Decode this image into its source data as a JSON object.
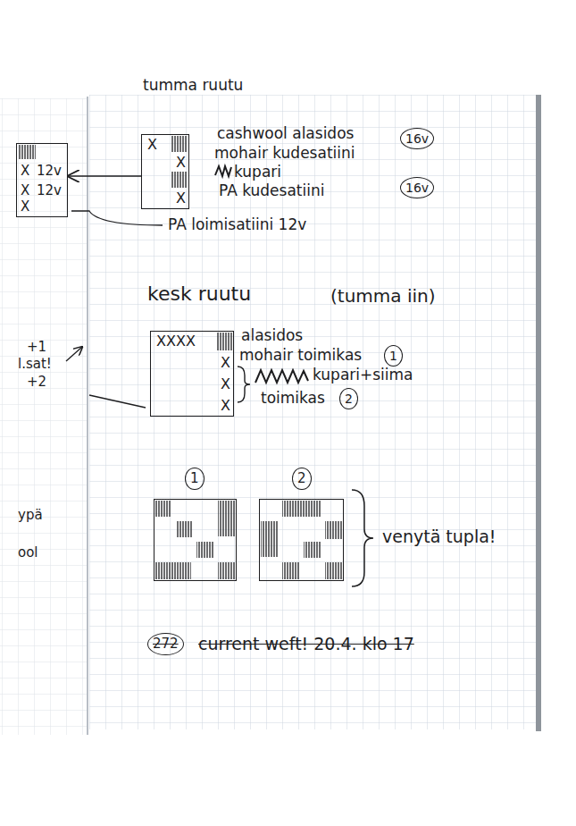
{
  "diagram": {
    "nodes": [
      {
        "text": [
          "X",
          "X",
          "X"
        ]
      },
      {
        "text": [
          "X",
          "12v",
          "X",
          "12v",
          "X"
        ]
      },
      {
        "text": [
          "XXXX",
          "X",
          "X",
          "X"
        ]
      },
      {
        "text": [
          "1"
        ]
      },
      {
        "text": [
          "2"
        ]
      }
    ],
    "edges": [
      {
        "from": 0,
        "to": 1,
        "arrow": "to"
      }
    ],
    "labels": [
      "tumma ruutu",
      "cashwool alasidos",
      "16v",
      "mohair kudesatiini",
      "kupari",
      "PA kudesatiini",
      "16v",
      "PA loimisatiini 12v",
      "kesk ruutu",
      "(tumma iin)",
      "+1",
      "l.sat!",
      "+2",
      "alasidos",
      "mohair toimikas",
      "1",
      "kupari+siima",
      "toimikas",
      "2",
      "ypä",
      "ool",
      "venytä tupla!",
      "272",
      "current weft! 20.4. klo 17"
    ]
  }
}
